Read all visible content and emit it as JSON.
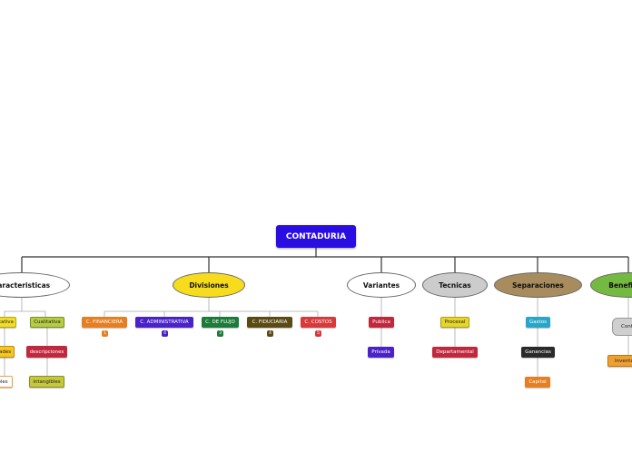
{
  "root": "CONTADURIA",
  "branches": {
    "caracteristicas": {
      "label": "Caracteristicas",
      "color": "#ffffff"
    },
    "divisiones": {
      "label": "Divisiones",
      "color": "#f7dc1d"
    },
    "variantes": {
      "label": "Variantes",
      "color": "#ffffff"
    },
    "tecnicas": {
      "label": "Tecnicas",
      "color": "#cccccc"
    },
    "separaciones": {
      "label": "Separaciones",
      "color": "#a88c5e"
    },
    "beneficios": {
      "label": "Beneficios",
      "color": "#74b940"
    }
  },
  "caracteristicas": {
    "cuantitativa": "Cuantitativa",
    "cualitativa": "Cualitativa",
    "cantidades": "cantidades",
    "descripciones": "descripciones",
    "tangibles": "tangibles",
    "intangibles": "intangibles"
  },
  "divisiones": [
    {
      "label": "C. FINANCIERA",
      "badge": "1",
      "color": "#e67e22"
    },
    {
      "label": "C. ADMINISTRATIVA",
      "badge": "4",
      "color": "#4a22c8"
    },
    {
      "label": "C. DE FLUJO",
      "badge": "3",
      "color": "#1e7a3a"
    },
    {
      "label": "C. FIDUCIARIA",
      "badge": "4",
      "color": "#5a4a14"
    },
    {
      "label": "C. COSTOS",
      "badge": "5",
      "color": "#d63a3a"
    }
  ],
  "variantes": {
    "publica": "Publica",
    "privada": "Privada"
  },
  "tecnicas": {
    "procesal": "Procesal",
    "departamental": "Departamental"
  },
  "separaciones": {
    "gastos": "Gastos",
    "ganancias": "Ganancias",
    "capital": "Capital"
  },
  "beneficios": {
    "control": "Control",
    "inventario": "Inventario"
  }
}
